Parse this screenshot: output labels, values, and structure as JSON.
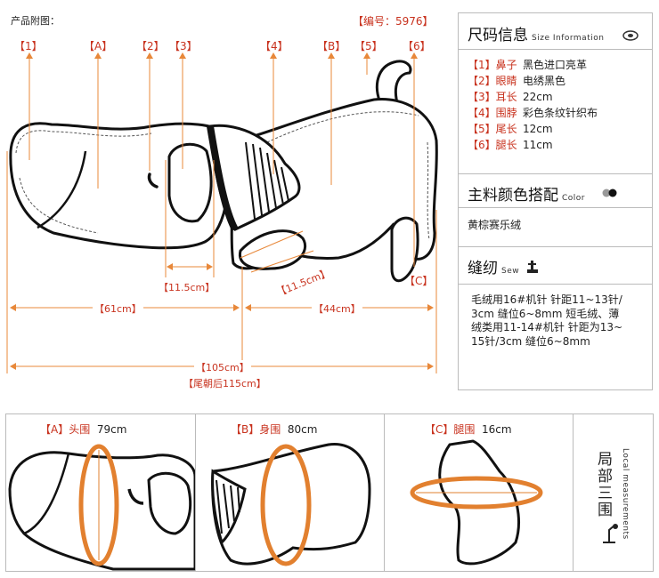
{
  "header": {
    "label": "产品附图：",
    "code": "【编号：5976】"
  },
  "markers": [
    "【1】",
    "【A】",
    "【2】",
    "【3】",
    "【4】",
    "【B】",
    "【5】",
    "【6】",
    "【C】"
  ],
  "dimensions": {
    "d1": "【11.5cm】",
    "d2": "【11.5cm】",
    "d3": "【61cm】",
    "d4": "【44cm】",
    "d5": "【105cm】",
    "d6": "【尾朝后115cm】"
  },
  "size_info": {
    "title": "尺码信息",
    "subtitle": "Size Information",
    "rows": [
      {
        "label": "【1】鼻子",
        "value": "黑色进口亮革"
      },
      {
        "label": "【2】眼睛",
        "value": "电绣黑色"
      },
      {
        "label": "【3】耳长",
        "value": "22cm"
      },
      {
        "label": "【4】围脖",
        "value": "彩色条纹针织布"
      },
      {
        "label": "【5】尾长",
        "value": "12cm"
      },
      {
        "label": "【6】腿长",
        "value": "11cm"
      }
    ]
  },
  "color": {
    "title": "主料颜色搭配",
    "subtitle": "Color",
    "value": "黄棕赛乐绒"
  },
  "sew": {
    "title": "缝纫",
    "subtitle": "Sew",
    "lines": [
      "毛绒用16#机针 针距11~13针/",
      "3cm 缝位6~8mm 短毛绒、薄",
      "绒类用11-14#机针 针距为13~",
      "15针/3cm 缝位6~8mm"
    ]
  },
  "local": {
    "a": {
      "label": "【A】头围",
      "value": "79cm"
    },
    "b": {
      "label": "【B】身围",
      "value": "80cm"
    },
    "c": {
      "label": "【C】腿围",
      "value": "16cm"
    },
    "title": "局部三围",
    "subtitle": "Local measurements"
  },
  "colors": {
    "accent": "#c8321e",
    "measure": "#e8883a",
    "ring": "#e2802f",
    "border": "#bbbbbb"
  }
}
